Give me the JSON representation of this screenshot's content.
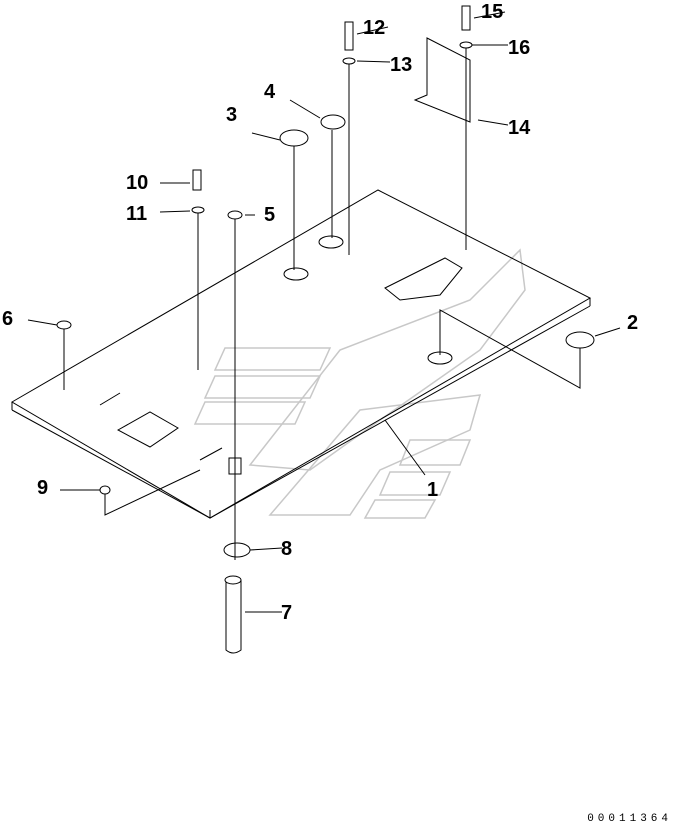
{
  "callouts": {
    "c1": "1",
    "c2": "2",
    "c3": "3",
    "c4": "4",
    "c5": "5",
    "c6": "6",
    "c7": "7",
    "c8": "8",
    "c9": "9",
    "c10": "10",
    "c11": "11",
    "c12": "12",
    "c13": "13",
    "c14": "14",
    "c15": "15",
    "c16": "16"
  },
  "drawing_code": "00011364"
}
